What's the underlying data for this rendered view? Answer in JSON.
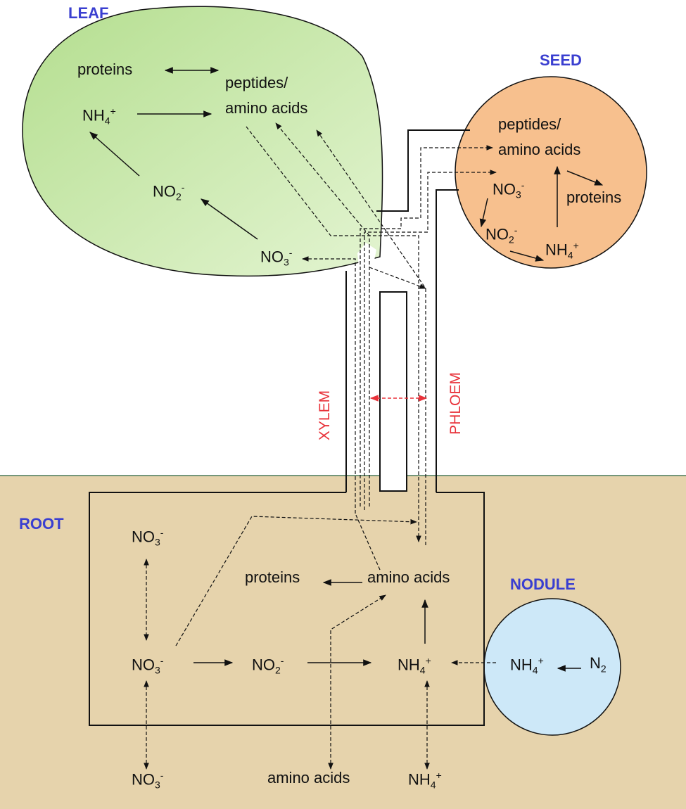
{
  "regions": {
    "leaf": "LEAF",
    "seed": "SEED",
    "root": "ROOT",
    "nodule": "NODULE"
  },
  "vessels": {
    "xylem": "XYLEM",
    "phloem": "PHLOEM"
  },
  "leaf": {
    "proteins": "proteins",
    "peptides_line1": "peptides/",
    "peptides_line2": "amino acids",
    "nh4": {
      "base": "NH",
      "sub": "4",
      "sup": "+"
    },
    "no2": {
      "base": "NO",
      "sub": "2",
      "sup": "-"
    },
    "no3": {
      "base": "NO",
      "sub": "3",
      "sup": "-"
    }
  },
  "seed": {
    "peptides_line1": "peptides/",
    "peptides_line2": "amino acids",
    "no3": {
      "base": "NO",
      "sub": "3",
      "sup": "-"
    },
    "proteins": "proteins",
    "no2": {
      "base": "NO",
      "sub": "2",
      "sup": "-"
    },
    "nh4": {
      "base": "NH",
      "sub": "4",
      "sup": "+"
    }
  },
  "root": {
    "no3_top": {
      "base": "NO",
      "sub": "3",
      "sup": "-"
    },
    "proteins": "proteins",
    "amino_acids": "amino acids",
    "no3_mid": {
      "base": "NO",
      "sub": "3",
      "sup": "-"
    },
    "no2": {
      "base": "NO",
      "sub": "2",
      "sup": "-"
    },
    "nh4": {
      "base": "NH",
      "sub": "4",
      "sup": "+"
    }
  },
  "nodule": {
    "nh4": {
      "base": "NH",
      "sub": "4",
      "sup": "+"
    },
    "n2": {
      "base": "N",
      "sub": "2",
      "sup": ""
    }
  },
  "soil": {
    "no3": {
      "base": "NO",
      "sub": "3",
      "sup": "-"
    },
    "amino_acids": "amino acids",
    "nh4": {
      "base": "NH",
      "sub": "4",
      "sup": "+"
    }
  },
  "colors": {
    "leaf_fill": "#c8e8a8",
    "seed_fill": "#f7c08e",
    "nodule_fill": "#cde8f8",
    "soil_fill": "#e6d3ac",
    "region_label": "#3a3fd0",
    "vessel_label": "#e8323a"
  }
}
